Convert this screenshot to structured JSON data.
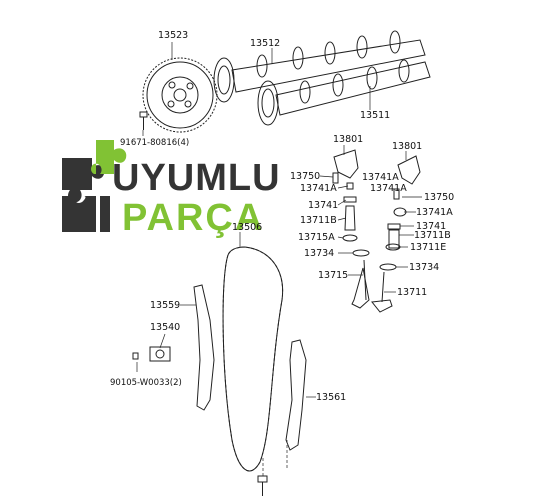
{
  "labels": {
    "p13523": "13523",
    "p13512": "13512",
    "p13511": "13511",
    "p90105a": "91671-80816(4)",
    "p13801a": "13801",
    "p13801b": "13801",
    "p13750a": "13750",
    "p13741Aa": "13741A",
    "p13741Ab": "13741A",
    "p13741Ac": "13741A",
    "p13741Ad": "13741A",
    "p13741a": "13741",
    "p13741b": "13741",
    "p13750b": "13750",
    "p13711Ba": "13711B",
    "p13711Bb": "13711B",
    "p13715Aa": "13715A",
    "p13711E": "13711E",
    "p13734a": "13734",
    "p13734b": "13734",
    "p13715": "13715",
    "p13711": "13711",
    "p13506": "13506",
    "p13559": "13559",
    "p13540": "13540",
    "p90105b": "90105-W0033(2)",
    "p13561": "13561"
  },
  "logo": {
    "line1": "UYUMLU",
    "line2": "PARÇA",
    "primary_color": "#7bbf2a",
    "dark_color": "#2a2a2a"
  }
}
